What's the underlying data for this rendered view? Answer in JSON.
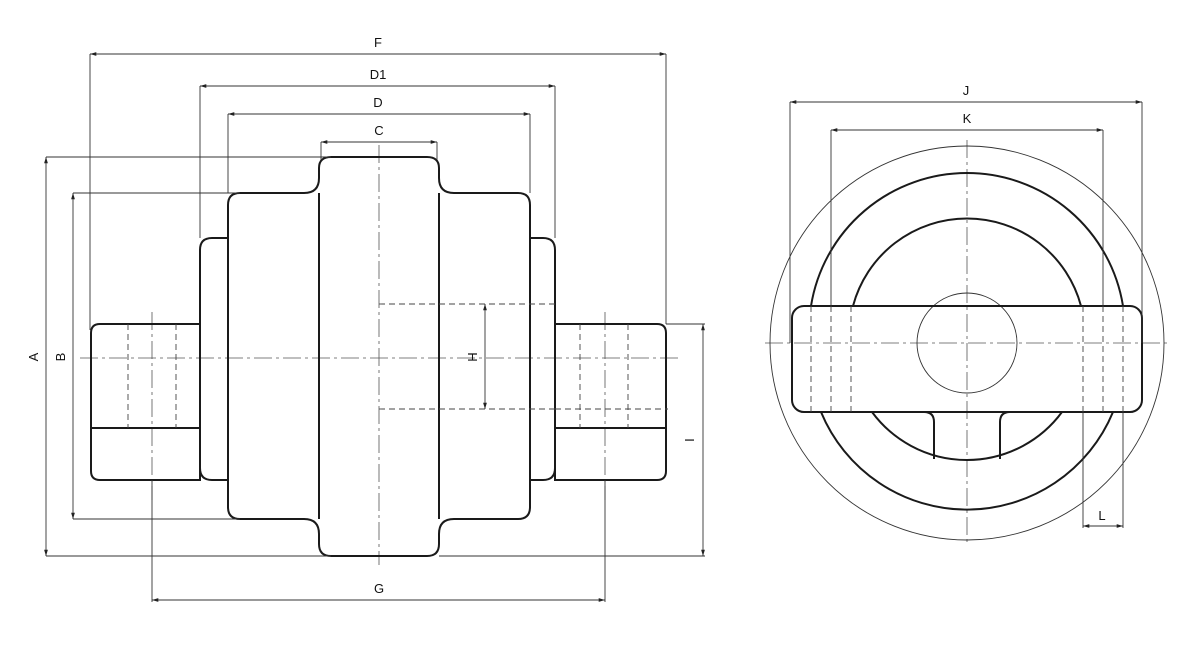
{
  "colors": {
    "line": "#1a1a1a",
    "background": "#ffffff"
  },
  "dimensions": {
    "A": "A",
    "B": "B",
    "C": "C",
    "D": "D",
    "D1": "D1",
    "F": "F",
    "G": "G",
    "H": "H",
    "I": "I",
    "J": "J",
    "K": "K",
    "L": "L"
  }
}
